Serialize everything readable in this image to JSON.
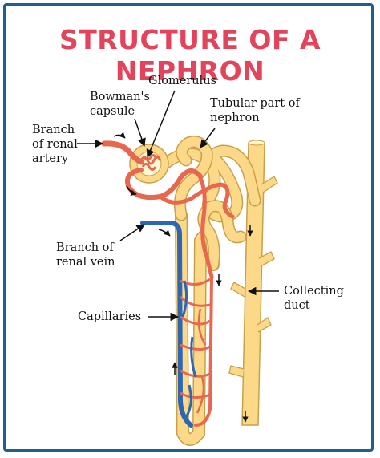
{
  "title": "STRUCTURE OF A NEPHRON",
  "labels": {
    "glomerulus": "Glomerulus",
    "bowmans_capsule": [
      "Bowman's",
      "capsule"
    ],
    "tubular_part": [
      "Tubular part of",
      "nephron"
    ],
    "renal_artery": [
      "Branch",
      "of renal",
      "artery"
    ],
    "renal_vein": [
      "Branch of",
      "renal vein"
    ],
    "capillaries": "Capillaries",
    "collecting_duct": [
      "Collecting",
      "duct"
    ]
  },
  "colors": {
    "title": "#e2445c",
    "frame": "#1f5f8b",
    "tubule_fill": "#fbd989",
    "tubule_outline": "#c9a04a",
    "artery": "#e8684f",
    "vein": "#2d66b3"
  }
}
